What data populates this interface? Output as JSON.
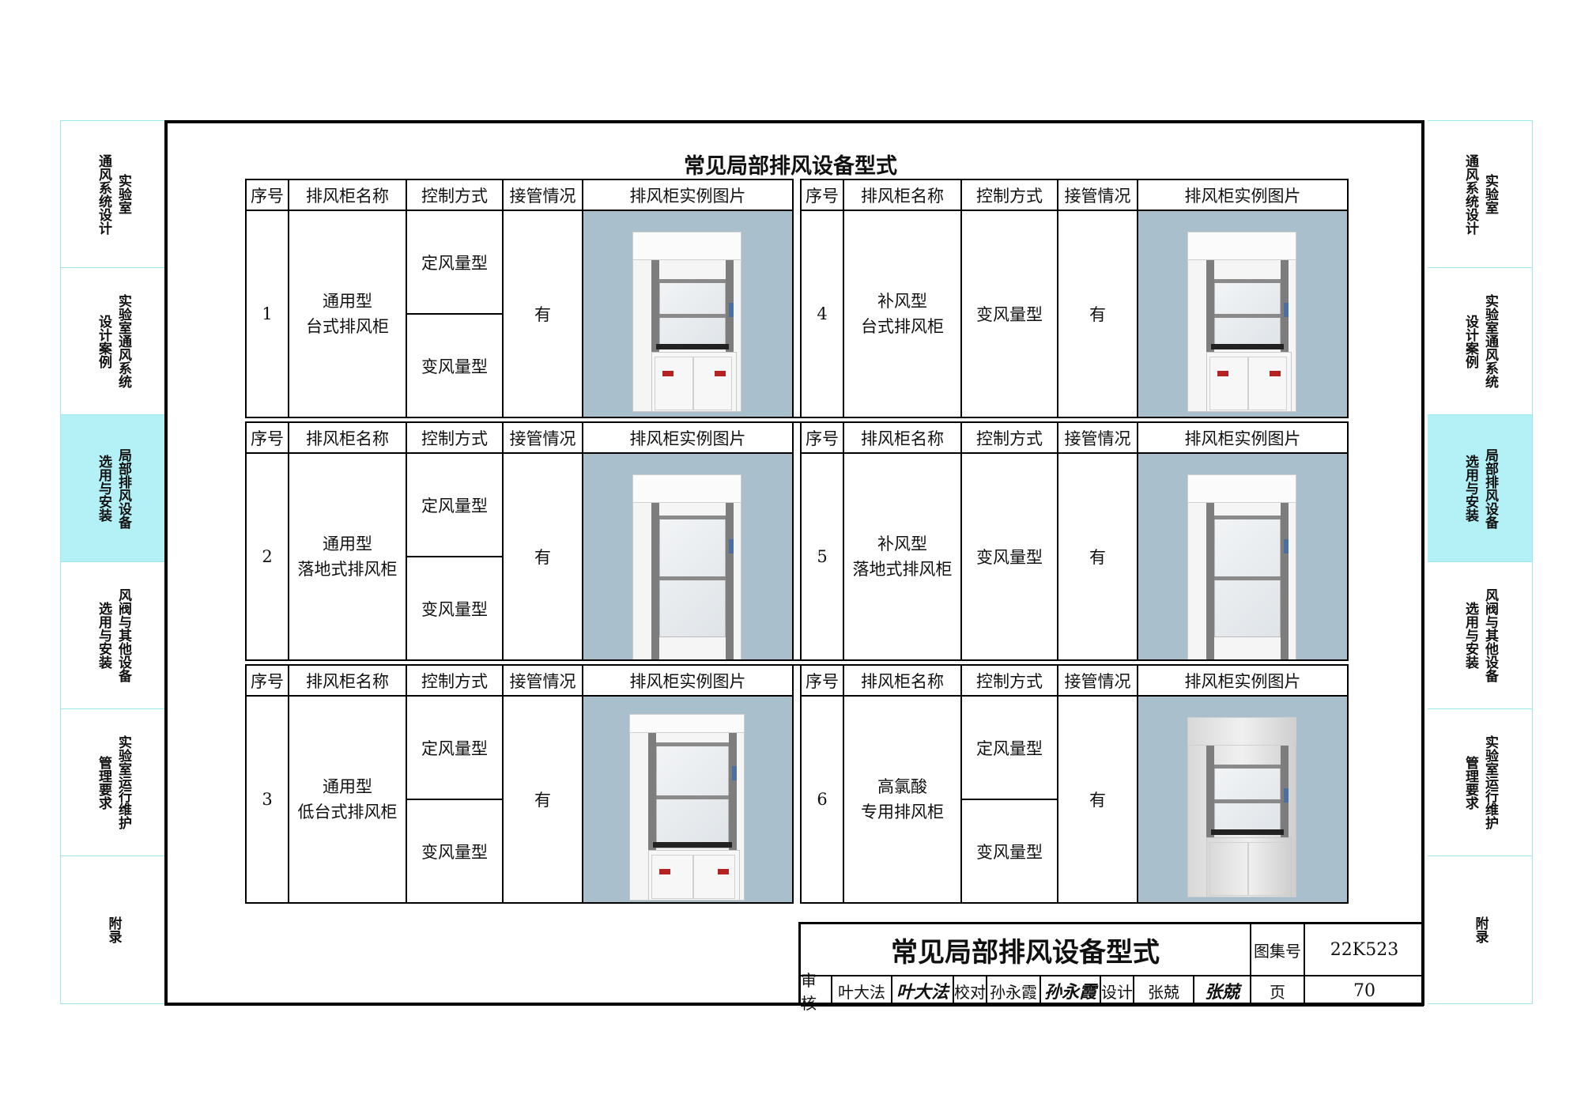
{
  "page_title": "常见局部排风设备型式",
  "left_nav": [
    {
      "lines": [
        "实验室",
        "通风系统设计"
      ],
      "active": false
    },
    {
      "lines": [
        "实验室通风系统",
        "设计案例"
      ],
      "active": false
    },
    {
      "lines": [
        "局部排风设备",
        "选用与安装"
      ],
      "active": true
    },
    {
      "lines": [
        "风阀与其他设备",
        "选用与安装"
      ],
      "active": false
    },
    {
      "lines": [
        "实验室运行维护",
        "管理要求"
      ],
      "active": false
    },
    {
      "lines": [
        "附录"
      ],
      "active": false
    }
  ],
  "headers": {
    "no": "序号",
    "name": "排风柜名称",
    "control": "控制方式",
    "duct": "接管情况",
    "photo": "排风柜实例图片"
  },
  "rows": [
    {
      "left": {
        "no": "1",
        "name1": "通用型",
        "name2": "台式排风柜",
        "control": [
          "定风量型",
          "变风量型"
        ],
        "duct": "有"
      },
      "right": {
        "no": "4",
        "name1": "补风型",
        "name2": "台式排风柜",
        "control": [
          "变风量型"
        ],
        "duct": "有"
      }
    },
    {
      "left": {
        "no": "2",
        "name1": "通用型",
        "name2": "落地式排风柜",
        "control": [
          "定风量型",
          "变风量型"
        ],
        "duct": "有"
      },
      "right": {
        "no": "5",
        "name1": "补风型",
        "name2": "落地式排风柜",
        "control": [
          "变风量型"
        ],
        "duct": "有"
      }
    },
    {
      "left": {
        "no": "3",
        "name1": "通用型",
        "name2": "低台式排风柜",
        "control": [
          "定风量型",
          "变风量型"
        ],
        "duct": "有"
      },
      "right": {
        "no": "6",
        "name1": "高氯酸",
        "name2": "专用排风柜",
        "control": [
          "定风量型",
          "变风量型"
        ],
        "duct": "有"
      }
    }
  ],
  "title_block": {
    "title": "常见局部排风设备型式",
    "atlas_label": "图集号",
    "atlas_no": "22K523",
    "review_label": "审核",
    "reviewer": "叶大法",
    "reviewer_sig": "叶大法",
    "check_label": "校对",
    "checker": "孙永霞",
    "checker_sig": "孙永霞",
    "design_label": "设计",
    "designer": "张兢",
    "designer_sig": "张兢",
    "page_label": "页",
    "page_no": "70"
  },
  "colors": {
    "nav_active": "#b3f1f7",
    "nav_border": "#9fe6ee",
    "photo_bg": "#a9bfcc",
    "frame": "#000000"
  }
}
